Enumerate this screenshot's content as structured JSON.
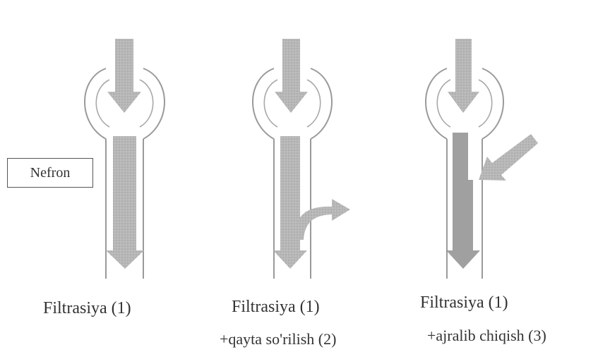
{
  "label_box": {
    "text": "Nefron"
  },
  "panels": [
    {
      "caption": "Filtrasiya (1)",
      "subcaption": "",
      "process": "filtration"
    },
    {
      "caption": "Filtrasiya (1)",
      "subcaption": "+qayta so'rilish (2)",
      "process": "reabsorption"
    },
    {
      "caption": "Filtrasiya (1)",
      "subcaption": "+ajralib chiqish (3)",
      "process": "secretion"
    }
  ],
  "colors": {
    "arrow_fill": "#b4b4b4",
    "arrow_dark": "#8f8f8f",
    "outline": "#9a9a9a"
  }
}
